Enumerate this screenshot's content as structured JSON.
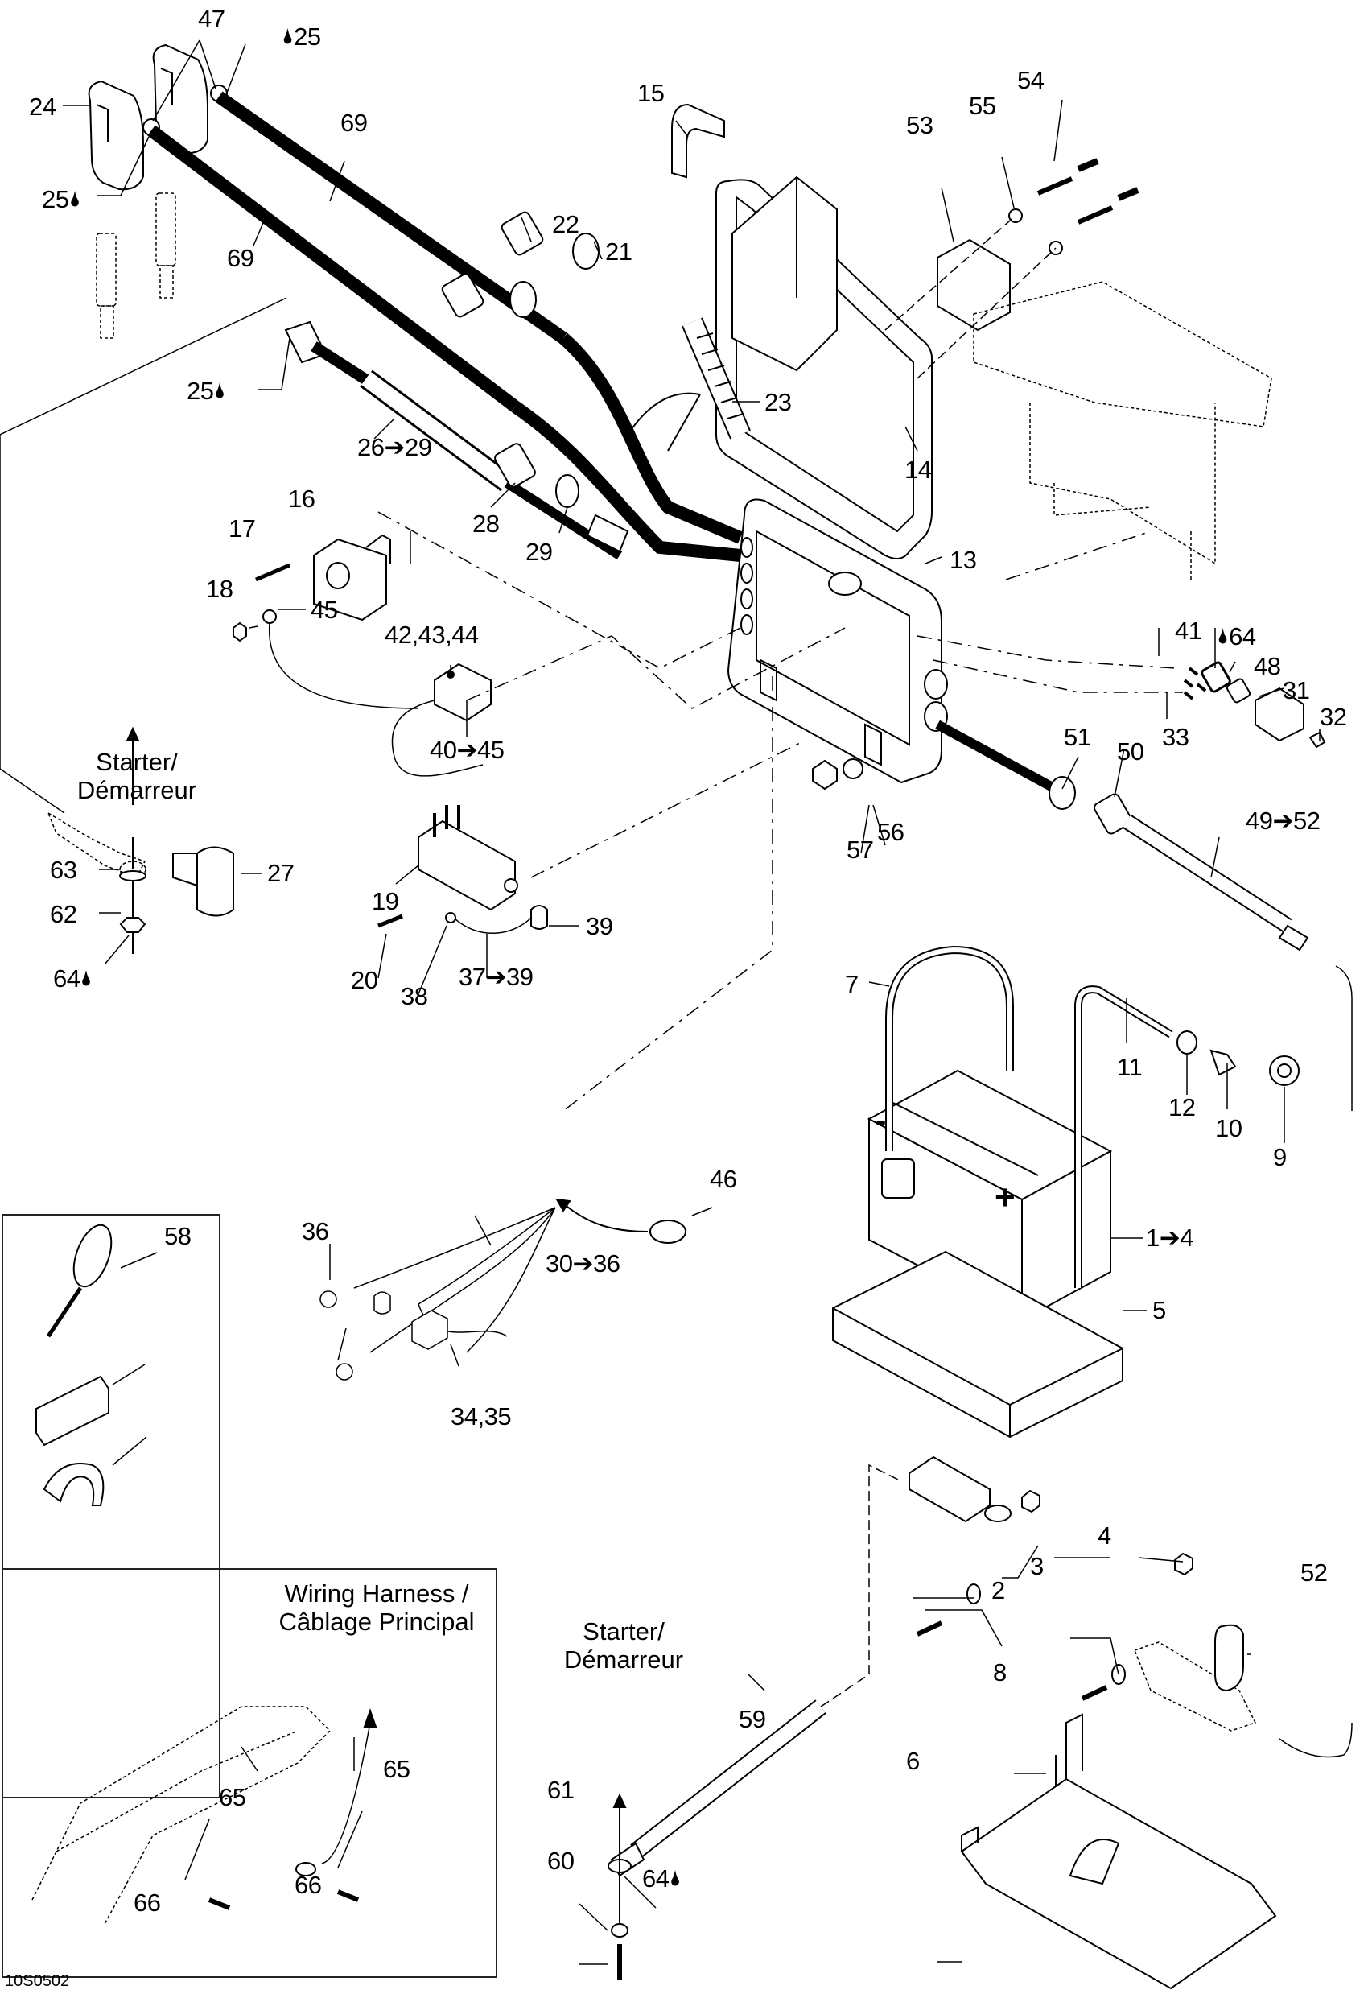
{
  "diagram": {
    "title": "Electrical system parts diagram",
    "drawing_code": "10S0502",
    "symbols": {
      "torque_drop": "🌢",
      "arrow_range": "➔"
    },
    "callouts": {
      "c1_4": "1➔4",
      "c2": "2",
      "c3": "3",
      "c4": "4",
      "c5": "5",
      "c6": "6",
      "c7": "7",
      "c8": "8",
      "c9": "9",
      "c10": "10",
      "c11": "11",
      "c12": "12",
      "c13": "13",
      "c14": "14",
      "c15": "15",
      "c16": "16",
      "c17": "17",
      "c18": "18",
      "c19": "19",
      "c20": "20",
      "c21": "21",
      "c22": "22",
      "c23": "23",
      "c24": "24",
      "c25_top": "25",
      "c25_left": "25",
      "c25_cable": "25",
      "c26_29": "26➔29",
      "c27": "27",
      "c28": "28",
      "c29": "29",
      "c30_36": "30➔36",
      "c31": "31",
      "c32": "32",
      "c33": "33",
      "c34_35": "34,35",
      "c36": "36",
      "c37_39": "37➔39",
      "c38": "38",
      "c39": "39",
      "c40_45": "40➔45",
      "c41": "41",
      "c42_44": "42,43,44",
      "c45": "45",
      "c46": "46",
      "c47": "47",
      "c48": "48",
      "c49_52": "49➔52",
      "c50": "50",
      "c51": "51",
      "c52": "52",
      "c53": "53",
      "c54": "54",
      "c55": "55",
      "c56": "56",
      "c57": "57",
      "c58": "58",
      "c59": "59",
      "c60": "60",
      "c61": "61",
      "c62": "62",
      "c63": "63",
      "c64_left": "64",
      "c64_right": "64",
      "c64_bottom": "64",
      "c65_a": "65",
      "c65_b": "65",
      "c66_a": "66",
      "c66_b": "66",
      "c69_top": "69",
      "c69_bottom": "69"
    },
    "notes": {
      "starter_left": "Starter/\nDémarreur",
      "starter_bottom": "Starter/\nDémarreur",
      "wiring_harness": "Wiring Harness /\nCâblage Principal"
    },
    "battery_polarity": {
      "negative": "-",
      "positive": "+"
    }
  }
}
